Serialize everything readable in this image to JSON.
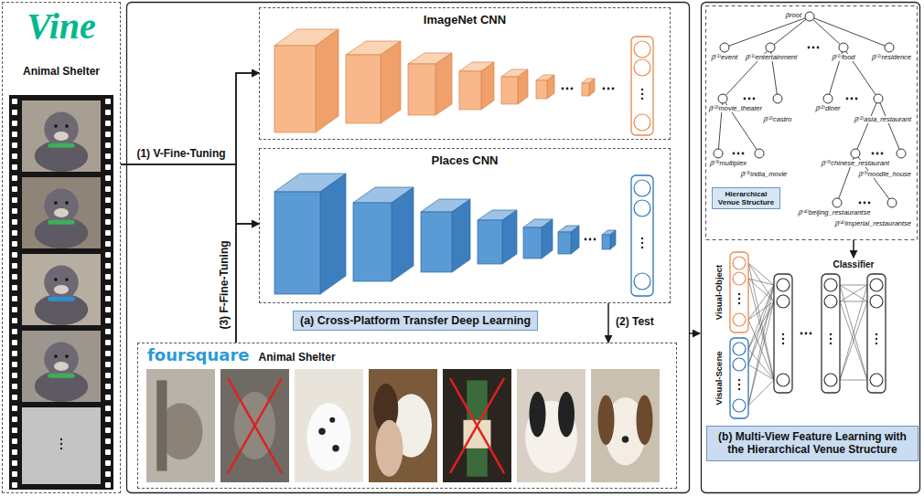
{
  "diagram": {
    "nodes": [
      {
        "text": [
          "Vine",
          "Animal Shelter"
        ]
      },
      {
        "text": [
          "ImageNet CNN"
        ]
      },
      {
        "text": [
          "Places CNN"
        ]
      },
      {
        "text": [
          "(a) Cross-Platform Transfer Deep Learning"
        ]
      },
      {
        "text": [
          "foursquare",
          "Animal Shelter"
        ]
      },
      {
        "text": [
          "Hierarchical Venue Structure"
        ]
      },
      {
        "text": [
          "(b) Multi-View Feature Learning with the Hierarchical Venue Structure"
        ]
      }
    ],
    "edges": [
      {
        "from": 0,
        "to": 1,
        "arrow": "to",
        "label": "(1) V-Fine-Tuning"
      },
      {
        "from": 0,
        "to": 2,
        "arrow": "to"
      },
      {
        "from": 4,
        "to": 1,
        "arrow": "to",
        "label": "(3) F-Fine-Tuning"
      },
      {
        "from": 4,
        "to": 2,
        "arrow": "to"
      },
      {
        "from": 2,
        "to": 4,
        "arrow": "to",
        "label": "(2) Test"
      }
    ],
    "labels": [
      "βroot",
      "β⁽¹⁾event",
      "β⁽¹⁾entertainment",
      "β⁽¹⁾food",
      "β⁽¹⁾residence",
      "β⁽²⁾movie_theater",
      "β⁽²⁾castro",
      "β⁽²⁾diner",
      "β⁽²⁾asia_restaurant",
      "β⁽³⁾multiplex",
      "β⁽³⁾india_movie",
      "β⁽³⁾chinese_restaurant",
      "β⁽³⁾noodle_house",
      "β⁽⁴⁾beijing_restaurantse",
      "β⁽⁴⁾imperial_restaurantse",
      "Visual-Object",
      "Visual-Scene",
      "Classifier"
    ]
  }
}
